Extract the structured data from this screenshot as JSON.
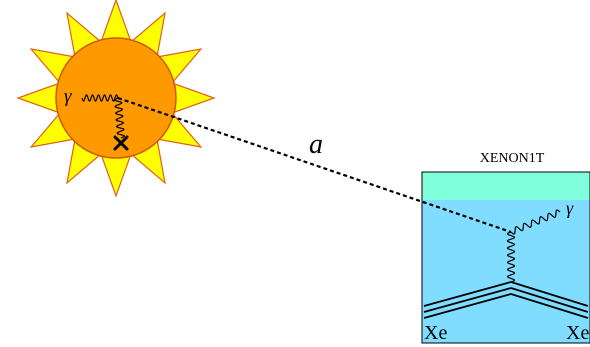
{
  "diagram": {
    "labels": {
      "photon_sun": "γ",
      "axion": "a",
      "detector_name": "XENON1T",
      "photon_detector": "γ",
      "nucleus_left": "Xe",
      "nucleus_right": "Xe"
    },
    "colors": {
      "sun_core": "#ff9900",
      "sun_core_stroke": "#cc5a00",
      "sun_rays": "#ffff00",
      "sun_rays_stroke": "#e0601a",
      "detector_water": "#80ddff",
      "detector_gas": "#80ffdd",
      "line": "#000000"
    },
    "icons": {
      "scattering_vertex": "x-mark-icon"
    }
  }
}
